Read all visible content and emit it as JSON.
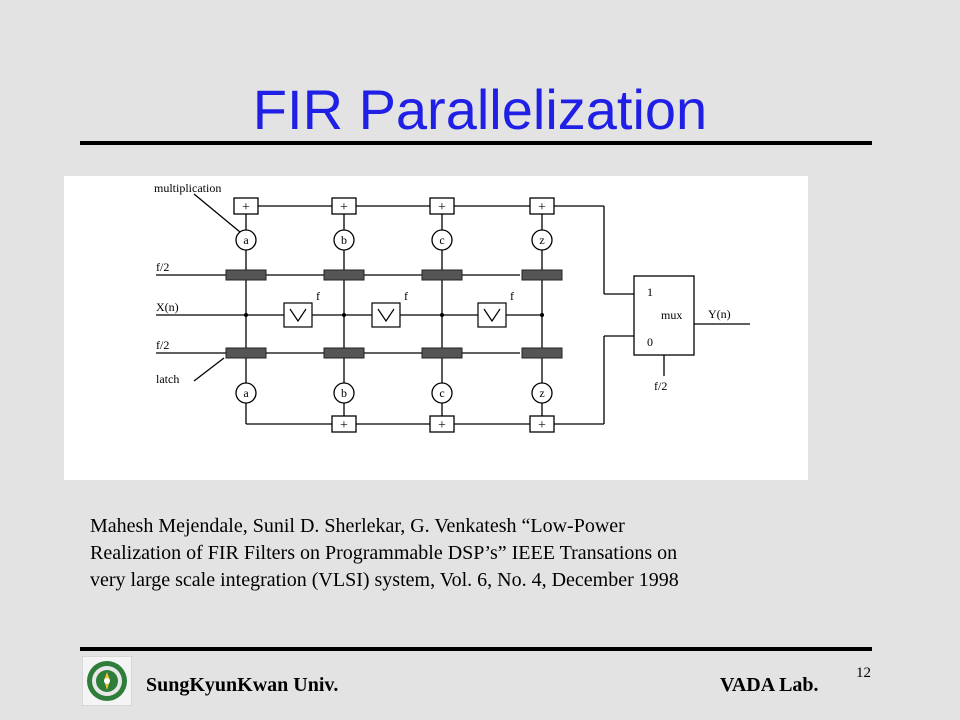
{
  "slide": {
    "title": "FIR Parallelization",
    "page_number": "12"
  },
  "diagram": {
    "labels": {
      "multiplication": "multiplication",
      "clock_half_top": "f/2",
      "input": "X(n)",
      "clock_half_bottom": "f/2",
      "latch": "latch",
      "output": "Y(n)",
      "mux": "mux",
      "mux_input_1": "1",
      "mux_input_0": "0",
      "mux_select": "f/2"
    },
    "top_row": {
      "adders": [
        "+",
        "+",
        "+",
        "+"
      ],
      "multipliers": [
        "a",
        "b",
        "c",
        "z"
      ]
    },
    "bottom_row": {
      "adders": [
        "+",
        "+",
        "+"
      ],
      "multipliers": [
        "a",
        "b",
        "c",
        "z"
      ]
    },
    "delay_elements": [
      "f",
      "f",
      "f"
    ]
  },
  "citation": {
    "lines": [
      "Mahesh Mejendale, Sunil D. Sherlekar, G. Venkatesh “Low-Power",
      "Realization of FIR Filters on Programmable DSP’s” IEEE Transations on",
      "very large scale integration (VLSI) system, Vol. 6, No. 4, December 1998"
    ]
  },
  "footer": {
    "left": "SungKyunKwan Univ.",
    "right": "VADA Lab."
  }
}
